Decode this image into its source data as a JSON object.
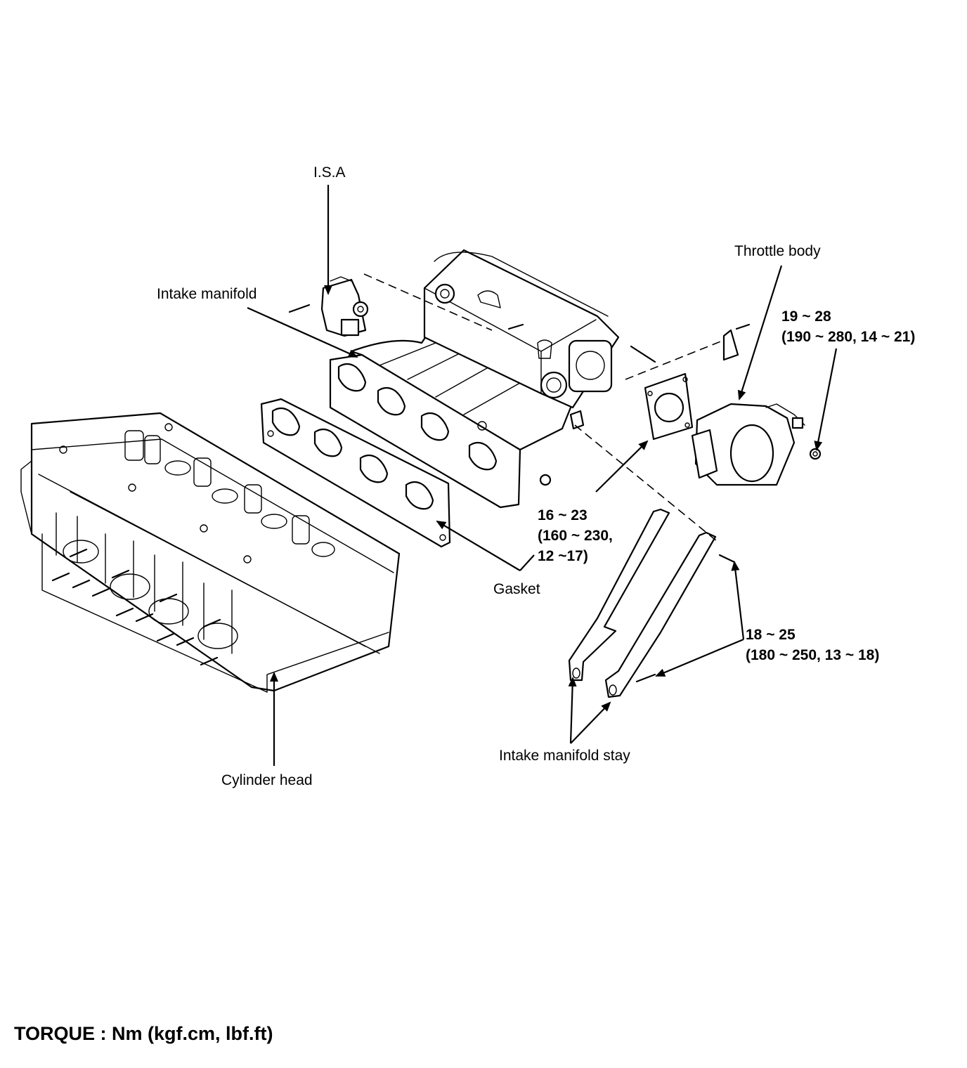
{
  "labels": {
    "isa": "I.S.A",
    "intake_manifold": "Intake manifold",
    "throttle_body": "Throttle body",
    "torque_throttle_line1": "19 ~ 28",
    "torque_throttle_line2": "(190 ~ 280, 14 ~ 21)",
    "torque_manifold_line1": "16 ~ 23",
    "torque_manifold_line2": "(160 ~ 230,",
    "torque_manifold_line3": "12 ~17)",
    "gasket": "Gasket",
    "torque_stay_line1": "18 ~ 25",
    "torque_stay_line2": "(180 ~ 250, 13 ~ 18)",
    "intake_manifold_stay": "Intake manifold stay",
    "cylinder_head": "Cylinder head"
  },
  "footer": {
    "torque_units": "TORQUE : Nm (kgf.cm, lbf.ft)"
  }
}
